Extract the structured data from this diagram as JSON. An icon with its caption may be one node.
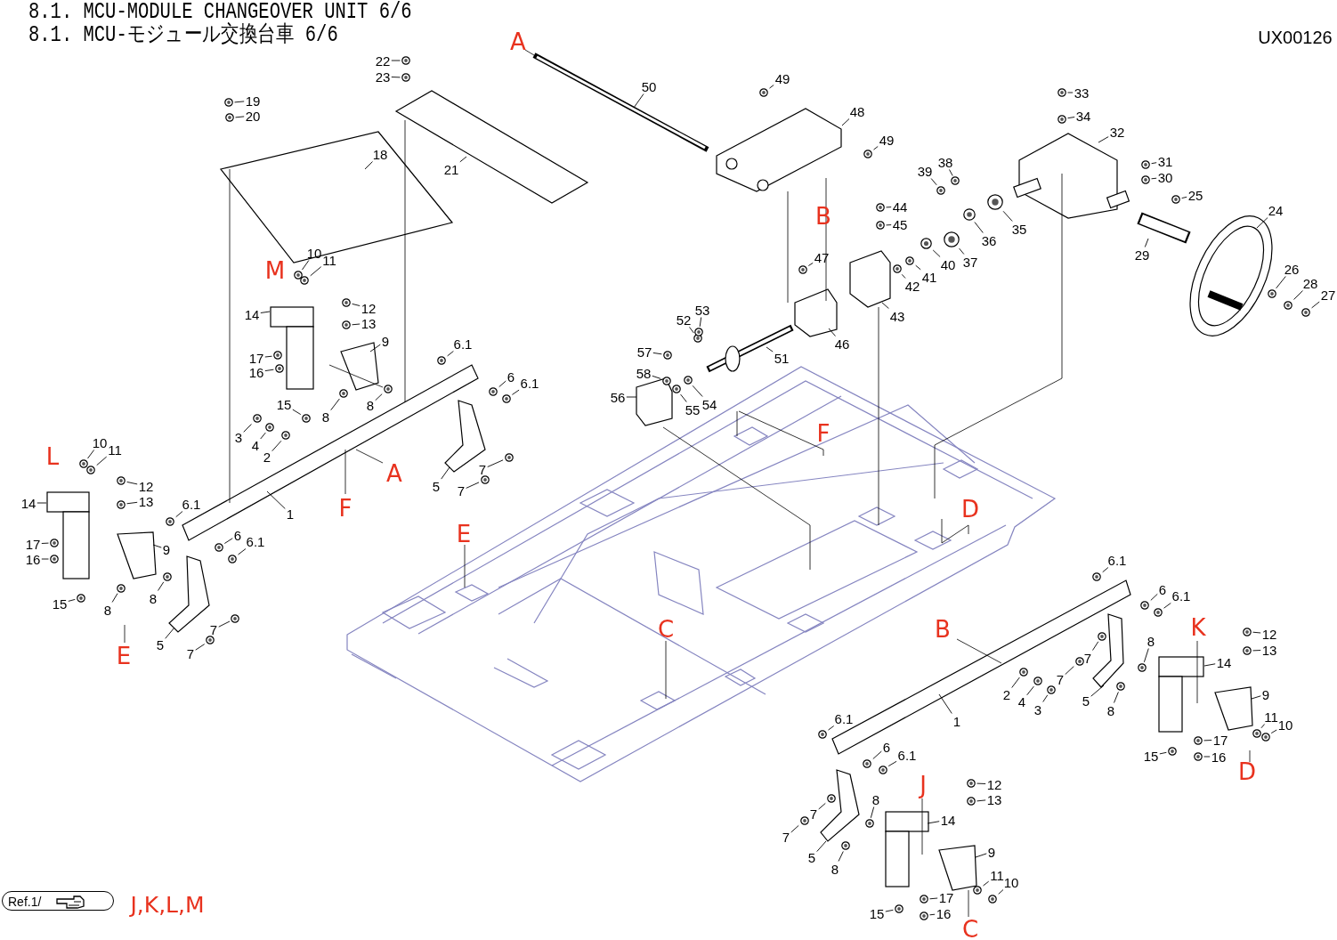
{
  "diagram": {
    "title": "8.1. MCU-MODULE CHANGEOVER UNIT 6/6",
    "nodes": [
      {
        "text": [
          "19"
        ]
      },
      {
        "text": [
          "20"
        ]
      },
      {
        "text": [
          "22"
        ]
      },
      {
        "text": [
          "23"
        ]
      },
      {
        "text": [
          "18"
        ]
      },
      {
        "text": [
          "21"
        ]
      },
      {
        "text": [
          "50"
        ]
      },
      {
        "text": [
          "49"
        ]
      },
      {
        "text": [
          "48"
        ]
      },
      {
        "text": [
          "49"
        ]
      },
      {
        "text": [
          "33"
        ]
      },
      {
        "text": [
          "34"
        ]
      },
      {
        "text": [
          "32"
        ]
      },
      {
        "text": [
          "31"
        ]
      },
      {
        "text": [
          "30"
        ]
      },
      {
        "text": [
          "25"
        ]
      },
      {
        "text": [
          "24"
        ]
      },
      {
        "text": [
          "39"
        ]
      },
      {
        "text": [
          "38"
        ]
      },
      {
        "text": [
          "36"
        ]
      },
      {
        "text": [
          "35"
        ]
      },
      {
        "text": [
          "37"
        ]
      },
      {
        "text": [
          "40"
        ]
      },
      {
        "text": [
          "41"
        ]
      },
      {
        "text": [
          "42"
        ]
      },
      {
        "text": [
          "44"
        ]
      },
      {
        "text": [
          "45"
        ]
      },
      {
        "text": [
          "43"
        ]
      },
      {
        "text": [
          "29"
        ]
      },
      {
        "text": [
          "26"
        ]
      },
      {
        "text": [
          "28"
        ]
      },
      {
        "text": [
          "27"
        ]
      },
      {
        "text": [
          "47"
        ]
      },
      {
        "text": [
          "46"
        ]
      },
      {
        "text": [
          "52"
        ]
      },
      {
        "text": [
          "53"
        ]
      },
      {
        "text": [
          "51"
        ]
      },
      {
        "text": [
          "57"
        ]
      },
      {
        "text": [
          "58"
        ]
      },
      {
        "text": [
          "56"
        ]
      },
      {
        "text": [
          "55"
        ]
      },
      {
        "text": [
          "54"
        ]
      },
      {
        "text": [
          "10"
        ]
      },
      {
        "text": [
          "11"
        ]
      },
      {
        "text": [
          "14"
        ]
      },
      {
        "text": [
          "12"
        ]
      },
      {
        "text": [
          "13"
        ]
      },
      {
        "text": [
          "9"
        ]
      },
      {
        "text": [
          "17"
        ]
      },
      {
        "text": [
          "16"
        ]
      },
      {
        "text": [
          "15"
        ]
      },
      {
        "text": [
          "8"
        ]
      },
      {
        "text": [
          "8"
        ]
      },
      {
        "text": [
          "3"
        ]
      },
      {
        "text": [
          "4"
        ]
      },
      {
        "text": [
          "2"
        ]
      },
      {
        "text": [
          "6.1"
        ]
      },
      {
        "text": [
          "6"
        ]
      },
      {
        "text": [
          "6.1"
        ]
      },
      {
        "text": [
          "7"
        ]
      },
      {
        "text": [
          "5"
        ]
      },
      {
        "text": [
          "7"
        ]
      },
      {
        "text": [
          "1"
        ]
      },
      {
        "text": [
          "6.1"
        ]
      },
      {
        "text": [
          "6"
        ]
      },
      {
        "text": [
          "6.1"
        ]
      },
      {
        "text": [
          "10"
        ]
      },
      {
        "text": [
          "11"
        ]
      },
      {
        "text": [
          "14"
        ]
      },
      {
        "text": [
          "12"
        ]
      },
      {
        "text": [
          "13"
        ]
      },
      {
        "text": [
          "9"
        ]
      },
      {
        "text": [
          "17"
        ]
      },
      {
        "text": [
          "16"
        ]
      },
      {
        "text": [
          "15"
        ]
      },
      {
        "text": [
          "8"
        ]
      },
      {
        "text": [
          "8"
        ]
      },
      {
        "text": [
          "5"
        ]
      },
      {
        "text": [
          "7"
        ]
      },
      {
        "text": [
          "7"
        ]
      },
      {
        "text": [
          "6.1"
        ]
      },
      {
        "text": [
          "6"
        ]
      },
      {
        "text": [
          "6.1"
        ]
      },
      {
        "text": [
          "12"
        ]
      },
      {
        "text": [
          "13"
        ]
      },
      {
        "text": [
          "14"
        ]
      },
      {
        "text": [
          "8"
        ]
      },
      {
        "text": [
          "7"
        ]
      },
      {
        "text": [
          "7"
        ]
      },
      {
        "text": [
          "2"
        ]
      },
      {
        "text": [
          "4"
        ]
      },
      {
        "text": [
          "3"
        ]
      },
      {
        "text": [
          "5"
        ]
      },
      {
        "text": [
          "8"
        ]
      },
      {
        "text": [
          "9"
        ]
      },
      {
        "text": [
          "11"
        ]
      },
      {
        "text": [
          "10"
        ]
      },
      {
        "text": [
          "1"
        ]
      },
      {
        "text": [
          "17"
        ]
      },
      {
        "text": [
          "16"
        ]
      },
      {
        "text": [
          "15"
        ]
      },
      {
        "text": [
          "6.1"
        ]
      },
      {
        "text": [
          "6"
        ]
      },
      {
        "text": [
          "6.1"
        ]
      },
      {
        "text": [
          "8"
        ]
      },
      {
        "text": [
          "7"
        ]
      },
      {
        "text": [
          "7"
        ]
      },
      {
        "text": [
          "14"
        ]
      },
      {
        "text": [
          "12"
        ]
      },
      {
        "text": [
          "13"
        ]
      },
      {
        "text": [
          "9"
        ]
      },
      {
        "text": [
          "11"
        ]
      },
      {
        "text": [
          "10"
        ]
      },
      {
        "text": [
          "5"
        ]
      },
      {
        "text": [
          "8"
        ]
      },
      {
        "text": [
          "17"
        ]
      },
      {
        "text": [
          "16"
        ]
      },
      {
        "text": [
          "15"
        ]
      },
      {
        "text": [],
        "shape": "picture"
      },
      {
        "text": [],
        "shape": "picture"
      },
      {
        "text": [],
        "shape": "picture"
      },
      {
        "text": [],
        "shape": "picture"
      },
      {
        "text": [],
        "shape": "picture"
      },
      {
        "text": [],
        "shape": "picture"
      },
      {
        "text": [],
        "shape": "picture"
      },
      {
        "text": [],
        "shape": "picture"
      },
      {
        "text": [],
        "shape": "picture"
      },
      {
        "text": [],
        "shape": "picture"
      },
      {
        "text": [],
        "shape": "picture"
      },
      {
        "text": [],
        "shape": "picture"
      },
      {
        "text": [],
        "shape": "picture"
      },
      {
        "text": [],
        "shape": "picture"
      },
      {
        "text": [],
        "shape": "picture"
      },
      {
        "text": [],
        "shape": "picture"
      },
      {
        "text": [],
        "shape": "picture"
      },
      {
        "text": [],
        "shape": "picture"
      },
      {
        "text": [],
        "shape": "picture"
      },
      {
        "text": [],
        "shape": "picture"
      },
      {
        "text": [],
        "shape": "picture"
      },
      {
        "text": [],
        "shape": "picture"
      },
      {
        "text": [],
        "shape": "picture"
      },
      {
        "text": [],
        "shape": "picture"
      },
      {
        "text": [],
        "shape": "picture"
      },
      {
        "text": [],
        "shape": "picture"
      },
      {
        "text": [],
        "shape": "picture"
      },
      {
        "text": [],
        "shape": "picture"
      },
      {
        "text": [],
        "shape": "picture"
      },
      {
        "text": [],
        "shape": "picture"
      },
      {
        "text": [],
        "shape": "picture"
      },
      {
        "text": [],
        "shape": "picture"
      },
      {
        "text": [],
        "shape": "picture"
      },
      {
        "text": [],
        "shape": "picture"
      },
      {
        "text": [],
        "shape": "picture"
      },
      {
        "text": [],
        "shape": "picture"
      },
      {
        "text": [],
        "shape": "picture"
      },
      {
        "text": [],
        "shape": "picture"
      },
      {
        "text": [],
        "shape": "picture"
      },
      {
        "text": [],
        "shape": "picture"
      },
      {
        "text": [],
        "shape": "picture"
      },
      {
        "text": [],
        "shape": "picture"
      },
      {
        "text": [],
        "shape": "picture"
      },
      {
        "text": [],
        "shape": "picture"
      },
      {
        "text": [],
        "shape": "picture"
      },
      {
        "text": [],
        "shape": "picture"
      },
      {
        "text": [],
        "shape": "picture"
      },
      {
        "text": [],
        "shape": "picture"
      },
      {
        "text": [],
        "shape": "picture"
      },
      {
        "text": [],
        "shape": "picture"
      },
      {
        "text": [],
        "shape": "picture"
      },
      {
        "text": [],
        "shape": "picture"
      },
      {
        "text": [],
        "shape": "picture"
      },
      {
        "text": [],
        "shape": "picture"
      },
      {
        "text": [],
        "shape": "picture"
      },
      {
        "text": [],
        "shape": "picture"
      },
      {
        "text": [],
        "shape": "picture"
      },
      {
        "text": [],
        "shape": "picture"
      },
      {
        "text": [],
        "shape": "picture"
      },
      {
        "text": [],
        "shape": "picture"
      },
      {
        "text": [],
        "shape": "picture"
      },
      {
        "text": [],
        "shape": "picture"
      },
      {
        "text": [],
        "shape": "picture"
      },
      {
        "text": [],
        "shape": "picture"
      },
      {
        "text": [],
        "shape": "picture"
      },
      {
        "text": [],
        "shape": "picture"
      },
      {
        "text": [],
        "shape": "picture"
      },
      {
        "text": [],
        "shape": "picture"
      },
      {
        "text": [],
        "shape": "picture"
      },
      {
        "text": [],
        "shape": "picture"
      },
      {
        "text": [],
        "shape": "picture"
      },
      {
        "text": [],
        "shape": "picture"
      },
      {
        "text": [],
        "shape": "picture"
      },
      {
        "text": [],
        "shape": "picture"
      },
      {
        "text": [],
        "shape": "picture"
      },
      {
        "text": [],
        "shape": "picture"
      },
      {
        "text": [],
        "shape": "picture"
      },
      {
        "text": [],
        "shape": "picture"
      },
      {
        "text": [],
        "shape": "picture"
      },
      {
        "text": [],
        "shape": "picture"
      },
      {
        "text": [],
        "shape": "picture"
      },
      {
        "text": [],
        "shape": "picture"
      },
      {
        "text": [],
        "shape": "picture"
      },
      {
        "text": [],
        "shape": "picture"
      },
      {
        "text": [],
        "shape": "picture"
      },
      {
        "text": [],
        "shape": "picture"
      },
      {
        "text": [],
        "shape": "picture"
      },
      {
        "text": [],
        "shape": "picture"
      },
      {
        "text": [],
        "shape": "picture"
      },
      {
        "text": [],
        "shape": "picture"
      },
      {
        "text": [],
        "shape": "picture"
      },
      {
        "text": [],
        "shape": "picture"
      },
      {
        "text": [],
        "shape": "picture"
      }
    ],
    "edges": [
      {
        "from": 0,
        "to": 118,
        "arrow": "none"
      },
      {
        "from": 1,
        "to": 119,
        "arrow": "none"
      },
      {
        "from": 2,
        "to": 120,
        "arrow": "none"
      },
      {
        "from": 3,
        "to": 121,
        "arrow": "none"
      },
      {
        "from": 4,
        "to": null,
        "arrow": "none"
      },
      {
        "from": 5,
        "to": null,
        "arrow": "none"
      },
      {
        "from": 6,
        "to": null,
        "arrow": "none"
      },
      {
        "from": 7,
        "to": 122,
        "arrow": "none"
      },
      {
        "from": 8,
        "to": null,
        "arrow": "none"
      },
      {
        "from": 9,
        "to": 123,
        "arrow": "none"
      },
      {
        "from": 10,
        "to": 124,
        "arrow": "none"
      },
      {
        "from": 11,
        "to": 125,
        "arrow": "none"
      },
      {
        "from": 12,
        "to": null,
        "arrow": "none"
      },
      {
        "from": 13,
        "to": 126,
        "arrow": "none"
      },
      {
        "from": 14,
        "to": 127,
        "arrow": "none"
      },
      {
        "from": 15,
        "to": 128,
        "arrow": "none"
      },
      {
        "from": 16,
        "to": null,
        "arrow": "none"
      },
      {
        "from": 17,
        "to": 129,
        "arrow": "none"
      },
      {
        "from": 18,
        "to": 130,
        "arrow": "none"
      },
      {
        "from": 19,
        "to": 131,
        "arrow": "none"
      },
      {
        "from": 20,
        "to": 132,
        "arrow": "none"
      },
      {
        "from": 21,
        "to": 133,
        "arrow": "none"
      },
      {
        "from": 22,
        "to": 134,
        "arrow": "none"
      },
      {
        "from": 23,
        "to": 135,
        "arrow": "none"
      },
      {
        "from": 24,
        "to": 136,
        "arrow": "none"
      },
      {
        "from": 25,
        "to": 137,
        "arrow": "none"
      },
      {
        "from": 26,
        "to": 138,
        "arrow": "none"
      },
      {
        "from": 27,
        "to": null,
        "arrow": "none"
      },
      {
        "from": 28,
        "to": null,
        "arrow": "none"
      },
      {
        "from": 29,
        "to": 139,
        "arrow": "none"
      },
      {
        "from": 30,
        "to": 140,
        "arrow": "none"
      },
      {
        "from": 31,
        "to": 141,
        "arrow": "none"
      },
      {
        "from": 32,
        "to": 142,
        "arrow": "none"
      },
      {
        "from": 33,
        "to": null,
        "arrow": "none"
      },
      {
        "from": 34,
        "to": 143,
        "arrow": "none"
      },
      {
        "from": 35,
        "to": 144,
        "arrow": "none"
      },
      {
        "from": 36,
        "to": null,
        "arrow": "none"
      },
      {
        "from": 37,
        "to": 145,
        "arrow": "none"
      },
      {
        "from": 38,
        "to": 146,
        "arrow": "none"
      },
      {
        "from": 39,
        "to": null,
        "arrow": "none"
      },
      {
        "from": 40,
        "to": 147,
        "arrow": "none"
      },
      {
        "from": 41,
        "to": 148,
        "arrow": "none"
      },
      {
        "from": 42,
        "to": 149,
        "arrow": "none"
      },
      {
        "from": 43,
        "to": 150,
        "arrow": "none"
      },
      {
        "from": 44,
        "to": null,
        "arrow": "none"
      },
      {
        "from": 45,
        "to": 151,
        "arrow": "none"
      },
      {
        "from": 46,
        "to": 152,
        "arrow": "none"
      },
      {
        "from": 47,
        "to": null,
        "arrow": "none"
      },
      {
        "from": 48,
        "to": 153,
        "arrow": "none"
      },
      {
        "from": 49,
        "to": 154,
        "arrow": "none"
      },
      {
        "from": 50,
        "to": 155,
        "arrow": "none"
      },
      {
        "from": 51,
        "to": 156,
        "arrow": "none"
      },
      {
        "from": 52,
        "to": 157,
        "arrow": "none"
      },
      {
        "from": 53,
        "to": 158,
        "arrow": "none"
      },
      {
        "from": 54,
        "to": 159,
        "arrow": "none"
      },
      {
        "from": 55,
        "to": 160,
        "arrow": "none"
      },
      {
        "from": 56,
        "to": 161,
        "arrow": "none"
      },
      {
        "from": 57,
        "to": 162,
        "arrow": "none"
      },
      {
        "from": 58,
        "to": 163,
        "arrow": "none"
      },
      {
        "from": 59,
        "to": 164,
        "arrow": "none"
      },
      {
        "from": 60,
        "to": null,
        "arrow": "none"
      },
      {
        "from": 61,
        "to": 165,
        "arrow": "none"
      },
      {
        "from": 62,
        "to": null,
        "arrow": "none"
      },
      {
        "from": 63,
        "to": 166,
        "arrow": "none"
      },
      {
        "from": 64,
        "to": 167,
        "arrow": "none"
      },
      {
        "from": 65,
        "to": 168,
        "arrow": "none"
      },
      {
        "from": 66,
        "to": 169,
        "arrow": "none"
      },
      {
        "from": 67,
        "to": 170,
        "arrow": "none"
      },
      {
        "from": 68,
        "to": null,
        "arrow": "none"
      },
      {
        "from": 69,
        "to": 171,
        "arrow": "none"
      },
      {
        "from": 70,
        "to": 172,
        "arrow": "none"
      },
      {
        "from": 71,
        "to": null,
        "arrow": "none"
      },
      {
        "from": 72,
        "to": 173,
        "arrow": "none"
      },
      {
        "from": 73,
        "to": 174,
        "arrow": "none"
      },
      {
        "from": 74,
        "to": 175,
        "arrow": "none"
      },
      {
        "from": 75,
        "to": 176,
        "arrow": "none"
      },
      {
        "from": 76,
        "to": 177,
        "arrow": "none"
      },
      {
        "from": 77,
        "to": null,
        "arrow": "none"
      },
      {
        "from": 78,
        "to": 178,
        "arrow": "none"
      },
      {
        "from": 79,
        "to": 179,
        "arrow": "none"
      },
      {
        "from": 80,
        "to": 180,
        "arrow": "none"
      },
      {
        "from": 81,
        "to": 181,
        "arrow": "none"
      },
      {
        "from": 82,
        "to": 182,
        "arrow": "none"
      },
      {
        "from": 83,
        "to": 183,
        "arrow": "none"
      },
      {
        "from": 84,
        "to": 184,
        "arrow": "none"
      },
      {
        "from": 85,
        "to": null,
        "arrow": "none"
      },
      {
        "from": 86,
        "to": 185,
        "arrow": "none"
      },
      {
        "from": 87,
        "to": 186,
        "arrow": "none"
      },
      {
        "from": 88,
        "to": 187,
        "arrow": "none"
      },
      {
        "from": 89,
        "to": 188,
        "arrow": "none"
      },
      {
        "from": 90,
        "to": 189,
        "arrow": "none"
      },
      {
        "from": 91,
        "to": 190,
        "arrow": "none"
      },
      {
        "from": 92,
        "to": null,
        "arrow": "none"
      },
      {
        "from": 93,
        "to": 191,
        "arrow": "none"
      },
      {
        "from": 94,
        "to": null,
        "arrow": "none"
      },
      {
        "from": 95,
        "to": 192,
        "arrow": "none"
      },
      {
        "from": 96,
        "to": 193,
        "arrow": "none"
      },
      {
        "from": 97,
        "to": null,
        "arrow": "none"
      },
      {
        "from": 98,
        "to": 194,
        "arrow": "none"
      },
      {
        "from": 99,
        "to": 195,
        "arrow": "none"
      },
      {
        "from": 100,
        "to": 196,
        "arrow": "none"
      },
      {
        "from": 101,
        "to": 197,
        "arrow": "none"
      },
      {
        "from": 102,
        "to": 198,
        "arrow": "none"
      },
      {
        "from": 103,
        "to": 199,
        "arrow": "none"
      },
      {
        "from": 104,
        "to": 200,
        "arrow": "none"
      },
      {
        "from": 105,
        "to": 201,
        "arrow": "none"
      },
      {
        "from": 106,
        "to": 202,
        "arrow": "none"
      },
      {
        "from": 107,
        "to": null,
        "arrow": "none"
      },
      {
        "from": 108,
        "to": 203,
        "arrow": "none"
      },
      {
        "from": 109,
        "to": 204,
        "arrow": "none"
      },
      {
        "from": 110,
        "to": null,
        "arrow": "none"
      },
      {
        "from": 111,
        "to": 205,
        "arrow": "none"
      },
      {
        "from": 112,
        "to": 206,
        "arrow": "none"
      },
      {
        "from": 113,
        "to": null,
        "arrow": "none"
      },
      {
        "from": 114,
        "to": 207,
        "arrow": "none"
      },
      {
        "from": 115,
        "to": 208,
        "arrow": "none"
      },
      {
        "from": 116,
        "to": 209,
        "arrow": "none"
      },
      {
        "from": 117,
        "to": 210,
        "arrow": "none"
      }
    ],
    "labels": [
      "8.1. MCU-モジュール交換台車 6/6",
      "UX00126",
      "A",
      "B",
      "M",
      "F",
      "L",
      "A",
      "F",
      "D",
      "E",
      "C",
      "B",
      "K",
      "E",
      "D",
      "J",
      "Ref.1/",
      "J,K,L,M",
      "C"
    ]
  }
}
